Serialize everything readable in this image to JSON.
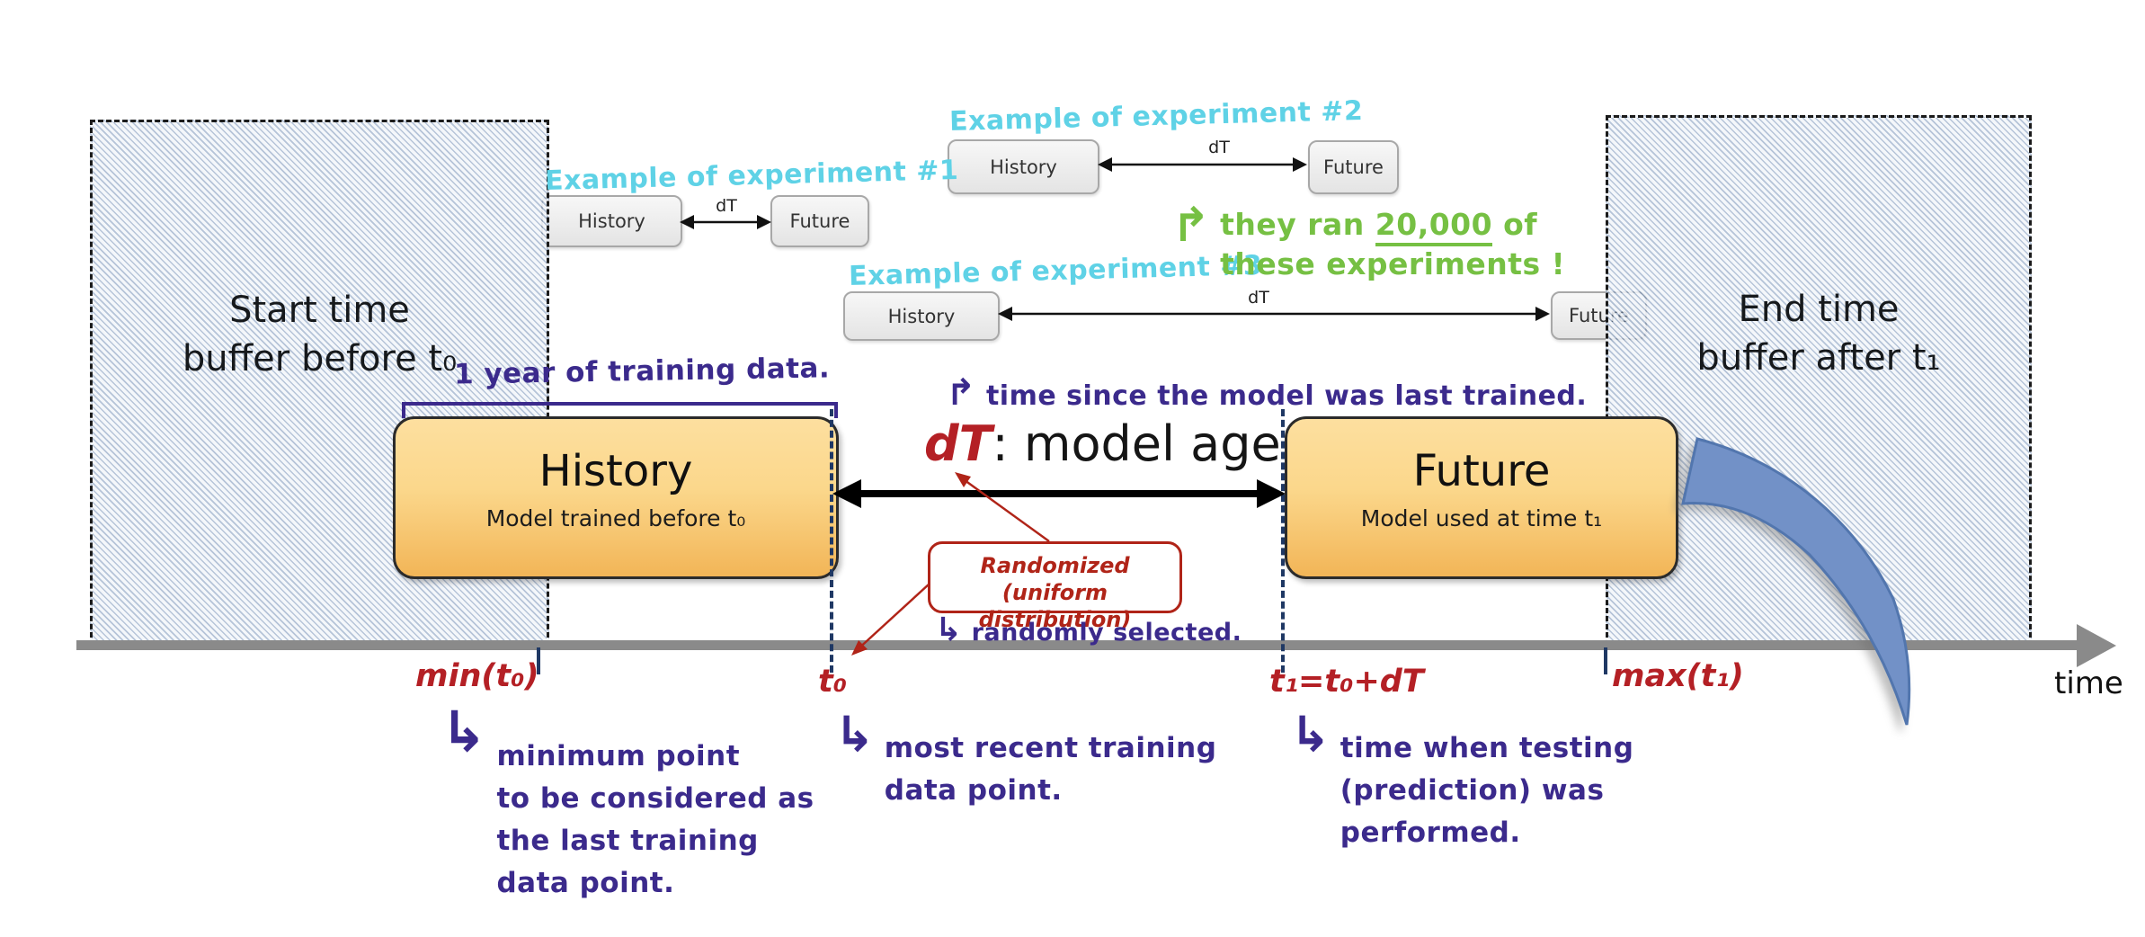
{
  "buffers": {
    "start": {
      "line1": "Start time",
      "line2": "buffer before t₀"
    },
    "end": {
      "line1": "End time",
      "line2": "buffer after t₁"
    }
  },
  "experiments": [
    {
      "label": "Example of experiment #1",
      "history": "History",
      "dt": "dT",
      "future": "Future"
    },
    {
      "label": "Example of experiment #2",
      "history": "History",
      "dt": "dT",
      "future": "Future"
    },
    {
      "label": "Example of experiment #3",
      "history": "History",
      "dt": "dT",
      "future": "Future"
    }
  ],
  "green_annotation": {
    "arrow": "↱",
    "prefix": "they ran ",
    "underlined": "20,000",
    "suffix": " of",
    "line2": "these experiments !"
  },
  "training_span": {
    "text": "1 year of training data."
  },
  "dt_heading": {
    "term": "dT",
    "rest": ": model age"
  },
  "dt_note": {
    "arrow": "↱",
    "text": "time since the model was last trained."
  },
  "history_box": {
    "title": "History",
    "subtitle": "Model trained before t₀"
  },
  "future_box": {
    "title": "Future",
    "subtitle": "Model used at time t₁"
  },
  "randomized_box": {
    "line1": "Randomized",
    "line2": "(uniform distribution)"
  },
  "randomly_selected": {
    "arrow": "↳",
    "text": "randomly selected."
  },
  "axis": {
    "min_label": "min(t₀)",
    "t0_label": "t₀",
    "t1_label": "t₁=t₀+dT",
    "max_label": "max(t₁)",
    "time_label": "time"
  },
  "notes": {
    "min": {
      "arrow": "↳",
      "lines": [
        "minimum point",
        "to be considered as",
        "the last training",
        "data point."
      ]
    },
    "t0": {
      "arrow": "↳",
      "lines": [
        "most recent training",
        "data point."
      ]
    },
    "t1": {
      "arrow": "↳",
      "lines": [
        "time when testing",
        "(prediction) was",
        "performed."
      ]
    }
  },
  "colors": {
    "purple": "#3b2a8c",
    "red": "#b42025",
    "green": "#76c043",
    "cyan": "#5fd2e6",
    "navy_dash": "#1f3864",
    "axis_gray": "#8a8a8a",
    "box_orange_top": "#fddf9f",
    "box_orange_bottom": "#f2b557",
    "swoosh_blue": "#7291c7"
  }
}
